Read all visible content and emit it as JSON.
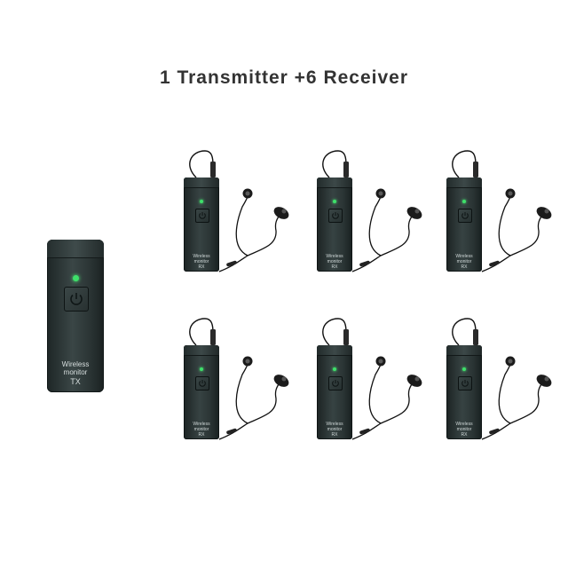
{
  "title": "1 Transmitter +6 Receiver",
  "transmitter": {
    "line1": "Wireless",
    "line2": "monitor",
    "label": "TX",
    "icon": "power-icon",
    "led_color": "#3ee06a"
  },
  "receivers": [
    {
      "line1": "Wireless",
      "line2": "monitor",
      "label": "RX"
    },
    {
      "line1": "Wireless",
      "line2": "monitor",
      "label": "RX"
    },
    {
      "line1": "Wireless",
      "line2": "monitor",
      "label": "RX"
    },
    {
      "line1": "Wireless",
      "line2": "monitor",
      "label": "RX"
    },
    {
      "line1": "Wireless",
      "line2": "monitor",
      "label": "RX"
    },
    {
      "line1": "Wireless",
      "line2": "monitor",
      "label": "RX"
    }
  ],
  "receiver_icon": "power-icon",
  "receiver_led_color": "#3ee06a"
}
